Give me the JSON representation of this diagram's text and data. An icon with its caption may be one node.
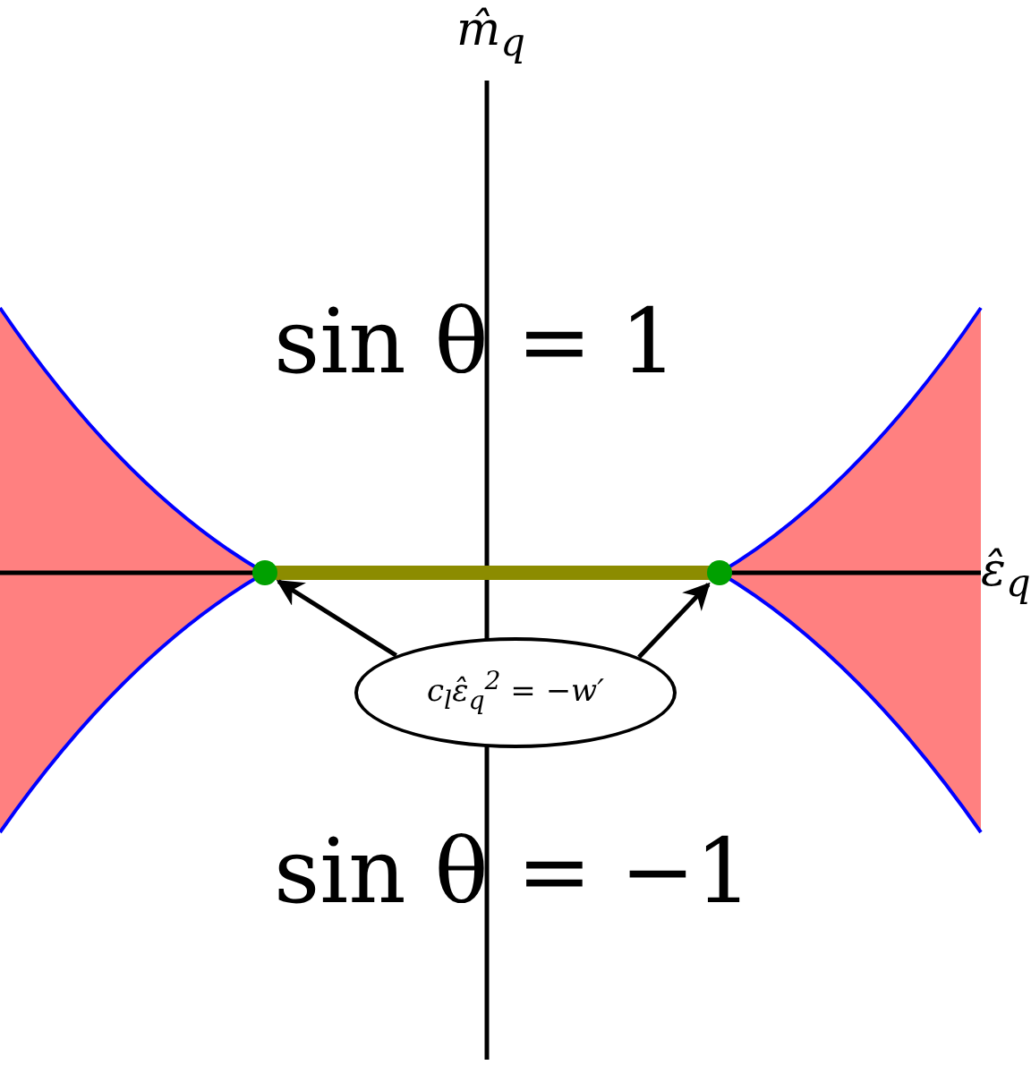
{
  "diagram": {
    "nodes": [
      {
        "text": [
          "c$_{l}$ε̂$_{q}$$^{2}$ = −w′"
        ]
      },
      {
        "text": [],
        "shape": "circle"
      },
      {
        "text": [],
        "shape": "circle"
      }
    ],
    "edges": [
      {
        "from": 0,
        "to": 1,
        "arrow": "to"
      },
      {
        "from": 0,
        "to": 2,
        "arrow": "to"
      }
    ],
    "labels": [
      "m̂$_{q}$",
      "ε̂$_{q}$",
      "sin θ = 1",
      "sin θ = −1"
    ]
  }
}
